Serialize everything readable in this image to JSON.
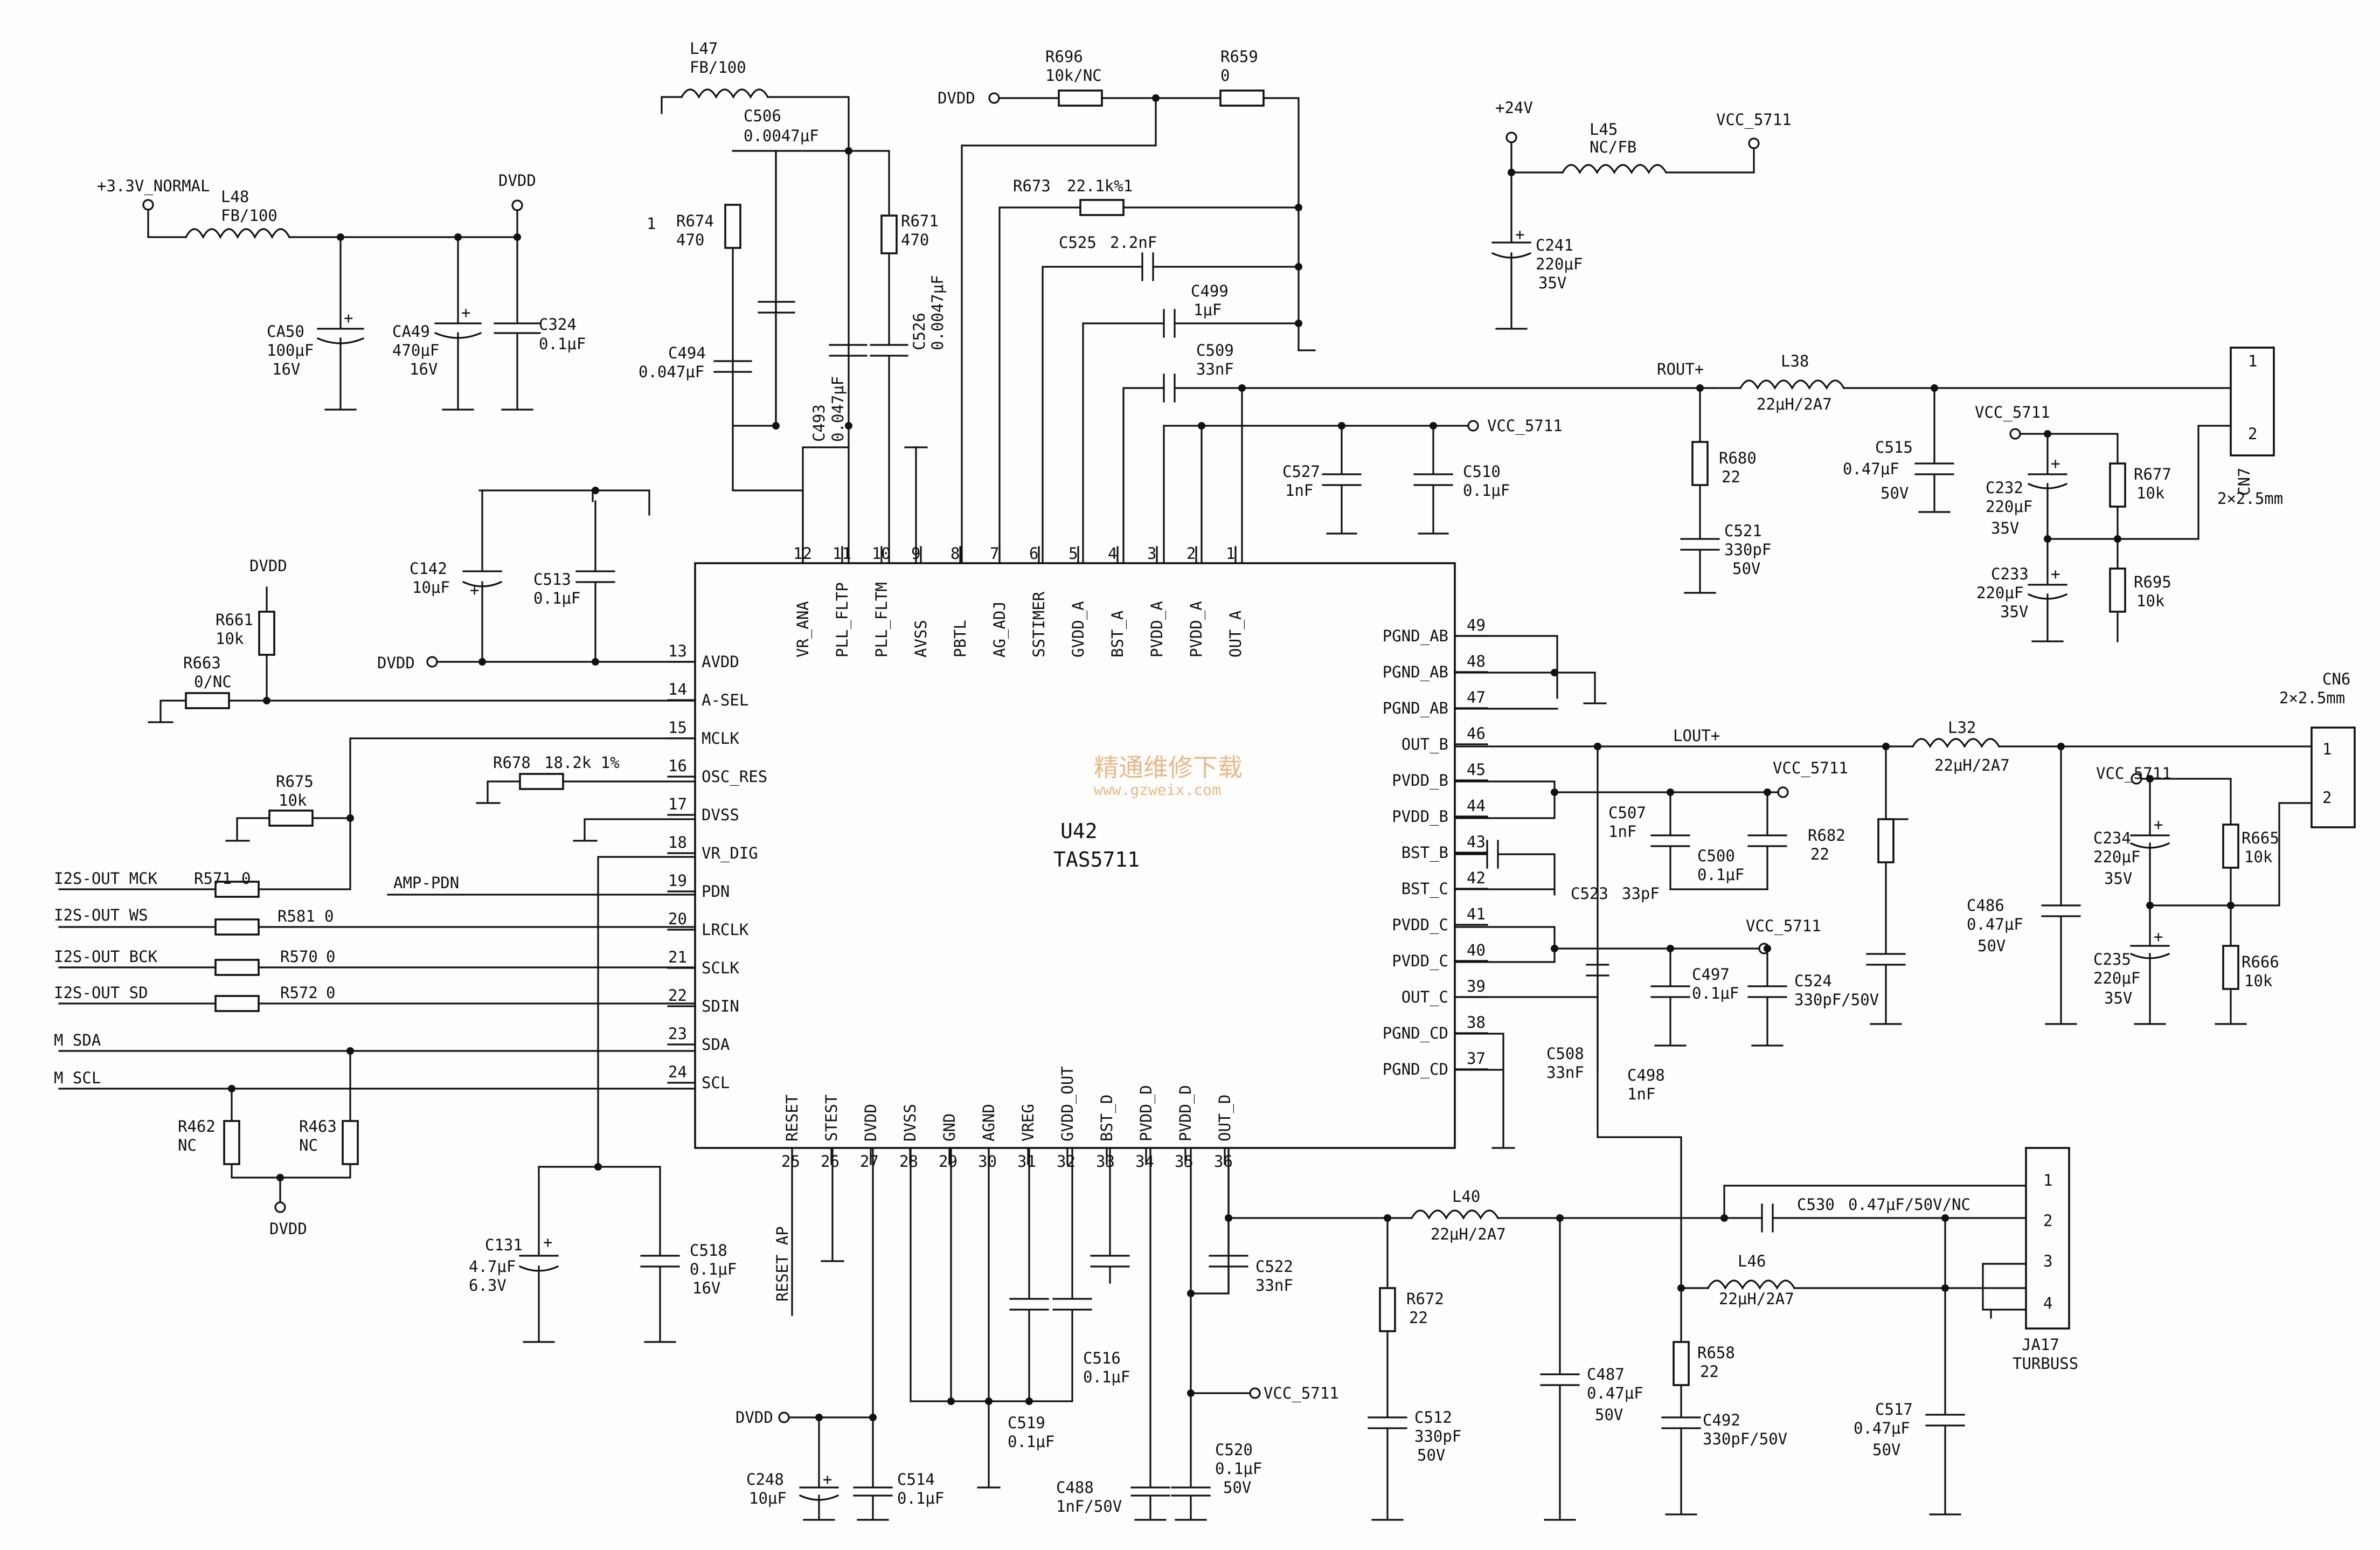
{
  "ic": {
    "ref": "U42",
    "part": "TAS5711",
    "watermark_cn": "精通维修下载",
    "watermark_url": "www.gzweix.com",
    "pins_left": [
      {
        "num": "13",
        "name": "AVDD"
      },
      {
        "num": "14",
        "name": "A-SEL"
      },
      {
        "num": "15",
        "name": "MCLK"
      },
      {
        "num": "16",
        "name": "OSC_RES"
      },
      {
        "num": "17",
        "name": "DVSS"
      },
      {
        "num": "18",
        "name": "VR_DIG"
      },
      {
        "num": "19",
        "name": "PDN"
      },
      {
        "num": "20",
        "name": "LRCLK"
      },
      {
        "num": "21",
        "name": "SCLK"
      },
      {
        "num": "22",
        "name": "SDIN"
      },
      {
        "num": "23",
        "name": "SDA"
      },
      {
        "num": "24",
        "name": "SCL"
      }
    ],
    "pins_top": [
      {
        "num": "12",
        "name": "VR_ANA"
      },
      {
        "num": "11",
        "name": "PLL_FLTP"
      },
      {
        "num": "10",
        "name": "PLL_FLTM"
      },
      {
        "num": "9",
        "name": "AVSS"
      },
      {
        "num": "8",
        "name": "PBTL"
      },
      {
        "num": "7",
        "name": "AG_ADJ"
      },
      {
        "num": "6",
        "name": "SSTIMER"
      },
      {
        "num": "5",
        "name": "GVDD_A"
      },
      {
        "num": "4",
        "name": "BST_A"
      },
      {
        "num": "3",
        "name": "PVDD_A"
      },
      {
        "num": "2",
        "name": "PVDD_A"
      },
      {
        "num": "1",
        "name": "OUT_A"
      }
    ],
    "pins_right": [
      {
        "num": "49",
        "name": "PGND_AB"
      },
      {
        "num": "48",
        "name": "PGND_AB"
      },
      {
        "num": "47",
        "name": "PGND_AB"
      },
      {
        "num": "46",
        "name": "OUT_B"
      },
      {
        "num": "45",
        "name": "PVDD_B"
      },
      {
        "num": "44",
        "name": "PVDD_B"
      },
      {
        "num": "43",
        "name": "BST_B"
      },
      {
        "num": "42",
        "name": "BST_C"
      },
      {
        "num": "41",
        "name": "PVDD_C"
      },
      {
        "num": "40",
        "name": "PVDD_C"
      },
      {
        "num": "39",
        "name": "OUT_C"
      },
      {
        "num": "38",
        "name": "PGND_CD"
      },
      {
        "num": "37",
        "name": "PGND_CD"
      }
    ],
    "pins_bottom": [
      {
        "num": "25",
        "name": "RESET"
      },
      {
        "num": "26",
        "name": "STEST"
      },
      {
        "num": "27",
        "name": "DVDD"
      },
      {
        "num": "28",
        "name": "DVSS"
      },
      {
        "num": "29",
        "name": "GND"
      },
      {
        "num": "30",
        "name": "AGND"
      },
      {
        "num": "31",
        "name": "VREG"
      },
      {
        "num": "32",
        "name": "GVDD_OUT"
      },
      {
        "num": "33",
        "name": "BST_D"
      },
      {
        "num": "34",
        "name": "PVDD_D"
      },
      {
        "num": "35",
        "name": "PVDD_D"
      },
      {
        "num": "36",
        "name": "OUT_D"
      }
    ]
  },
  "nets": {
    "p33": "+3.3V_NORMAL",
    "dvdd": "DVDD",
    "p24": "+24V",
    "vcc": "VCC_5711",
    "rout": "ROUT+",
    "lout": "LOUT+",
    "amp_pdn": "AMP-PDN",
    "reset_ap": "RESET AP",
    "mck": "I2S-OUT MCK",
    "ws": "I2S-OUT WS",
    "bck": "I2S-OUT BCK",
    "sd": "I2S-OUT SD",
    "msda": "M SDA",
    "mscl": "M SCL"
  },
  "components": {
    "L48": {
      "ref": "L48",
      "val": "FB/100"
    },
    "CA50": {
      "ref": "CA50",
      "v1": "100μF",
      "v2": "16V"
    },
    "CA49": {
      "ref": "CA49",
      "v1": "470μF",
      "v2": "16V"
    },
    "C324": {
      "ref": "C324",
      "val": "0.1μF"
    },
    "L47": {
      "ref": "L47",
      "val": "FB/100"
    },
    "C506": {
      "ref": "C506",
      "val": "0.0047μF"
    },
    "R674": {
      "ref": "R674",
      "val": "470"
    },
    "mark1": "1",
    "C494": {
      "ref": "C494",
      "val": "0.047μF"
    },
    "C493": {
      "ref": "C493",
      "val": "0.047μF"
    },
    "R671": {
      "ref": "R671",
      "val": "470"
    },
    "C526": {
      "ref": "C526",
      "val": "0.0047μF"
    },
    "R696": {
      "ref": "R696",
      "val": "10k/NC"
    },
    "R659": {
      "ref": "R659",
      "val": "0"
    },
    "R673": {
      "ref": "R673",
      "val": "22.1k%1"
    },
    "C525": {
      "ref": "C525",
      "val": "2.2nF"
    },
    "C499": {
      "ref": "C499",
      "val": "1μF"
    },
    "C509": {
      "ref": "C509",
      "val": "33nF"
    },
    "C527": {
      "ref": "C527",
      "val": "1nF"
    },
    "C510": {
      "ref": "C510",
      "val": "0.1μF"
    },
    "L45": {
      "ref": "L45",
      "val": "NC/FB"
    },
    "C241": {
      "ref": "C241",
      "v1": "220μF",
      "v2": "35V"
    },
    "L38": {
      "ref": "L38",
      "val": "22μH/2A7"
    },
    "R680": {
      "ref": "R680",
      "val": "22"
    },
    "C521": {
      "ref": "C521",
      "v1": "330pF",
      "v2": "50V"
    },
    "C515": {
      "ref": "C515",
      "v1": "0.47μF",
      "v2": "50V"
    },
    "CN7": {
      "ref": "CN7",
      "val": "2×2.5mm",
      "p1": "1",
      "p2": "2"
    },
    "C232": {
      "ref": "C232",
      "v1": "220μF",
      "v2": "35V"
    },
    "C233": {
      "ref": "C233",
      "v1": "220μF",
      "v2": "35V"
    },
    "R677": {
      "ref": "R677",
      "val": "10k"
    },
    "R695": {
      "ref": "R695",
      "val": "10k"
    },
    "C142": {
      "ref": "C142",
      "val": "10μF"
    },
    "C513": {
      "ref": "C513",
      "val": "0.1μF"
    },
    "R661": {
      "ref": "R661",
      "val": "10k"
    },
    "R663": {
      "ref": "R663",
      "val": "0/NC"
    },
    "R675": {
      "ref": "R675",
      "val": "10k"
    },
    "R678": {
      "ref": "R678",
      "val": "18.2k 1%"
    },
    "R571": {
      "ref": "R571",
      "val": "0"
    },
    "R581": {
      "ref": "R581",
      "val": "0"
    },
    "R570": {
      "ref": "R570",
      "val": "0"
    },
    "R572": {
      "ref": "R572",
      "val": "0"
    },
    "R462": {
      "ref": "R462",
      "val": "NC"
    },
    "R463": {
      "ref": "R463",
      "val": "NC"
    },
    "C131": {
      "ref": "C131",
      "v1": "4.7μF",
      "v2": "6.3V"
    },
    "C518": {
      "ref": "C518",
      "v1": "0.1μF",
      "v2": "16V"
    },
    "CN6": {
      "ref": "CN6",
      "val": "2×2.5mm",
      "p1": "1",
      "p2": "2"
    },
    "L32": {
      "ref": "L32",
      "val": "22μH/2A7"
    },
    "C507": {
      "ref": "C507",
      "val": "1nF"
    },
    "C500": {
      "ref": "C500",
      "val": "0.1μF"
    },
    "R682": {
      "ref": "R682",
      "val": "22"
    },
    "C523": {
      "ref": "C523",
      "val": "33pF"
    },
    "C486": {
      "ref": "C486",
      "v1": "0.47μF",
      "v2": "50V"
    },
    "C234": {
      "ref": "C234",
      "v1": "220μF",
      "v2": "35V"
    },
    "C235": {
      "ref": "C235",
      "v1": "220μF",
      "v2": "35V"
    },
    "R665": {
      "ref": "R665",
      "val": "10k"
    },
    "R666": {
      "ref": "R666",
      "val": "10k"
    },
    "C497": {
      "ref": "C497",
      "val": "0.1μF"
    },
    "C524": {
      "ref": "C524",
      "val": "330pF/50V"
    },
    "C508": {
      "ref": "C508",
      "val": "33nF"
    },
    "C498": {
      "ref": "C498",
      "val": "1nF"
    },
    "C522": {
      "ref": "C522",
      "val": "33nF"
    },
    "L40": {
      "ref": "L40",
      "val": "22μH/2A7"
    },
    "C530": {
      "ref": "C530",
      "val": "0.47μF/50V/NC"
    },
    "JA17": {
      "ref": "JA17",
      "val": "TURBUSS",
      "p1": "1",
      "p2": "2",
      "p3": "3",
      "p4": "4"
    },
    "L46": {
      "ref": "L46",
      "val": "22μH/2A7"
    },
    "R672": {
      "ref": "R672",
      "val": "22"
    },
    "C512": {
      "ref": "C512",
      "v1": "330pF",
      "v2": "50V"
    },
    "C487": {
      "ref": "C487",
      "v1": "0.47μF",
      "v2": "50V"
    },
    "R658": {
      "ref": "R658",
      "val": "22"
    },
    "C492": {
      "ref": "C492",
      "val": "330pF/50V"
    },
    "C517": {
      "ref": "C517",
      "v1": "0.47μF",
      "v2": "50V"
    },
    "C516": {
      "ref": "C516",
      "val": "0.1μF"
    },
    "C519": {
      "ref": "C519",
      "val": "0.1μF"
    },
    "C520": {
      "ref": "C520",
      "v1": "0.1μF",
      "v2": "50V"
    },
    "C488": {
      "ref": "C488",
      "val": "1nF/50V"
    },
    "C248": {
      "ref": "C248",
      "val": "10μF"
    },
    "C514": {
      "ref": "C514",
      "val": "0.1μF"
    }
  }
}
